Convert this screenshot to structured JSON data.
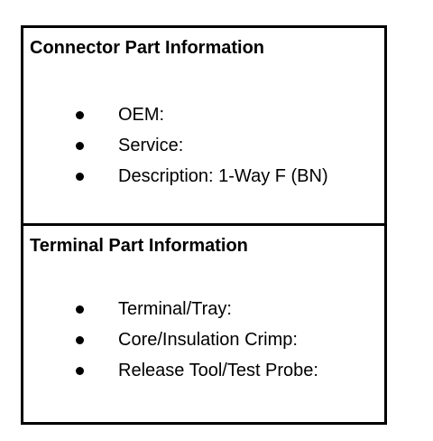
{
  "connector": {
    "title": "Connector Part Information",
    "items": [
      {
        "label": "OEM:"
      },
      {
        "label": "Service:"
      },
      {
        "label": "Description: 1-Way F (BN)"
      }
    ]
  },
  "terminal": {
    "title": "Terminal Part Information",
    "items": [
      {
        "label": "Terminal/Tray:"
      },
      {
        "label": "Core/Insulation Crimp:"
      },
      {
        "label": "Release Tool/Test Probe:"
      }
    ]
  }
}
